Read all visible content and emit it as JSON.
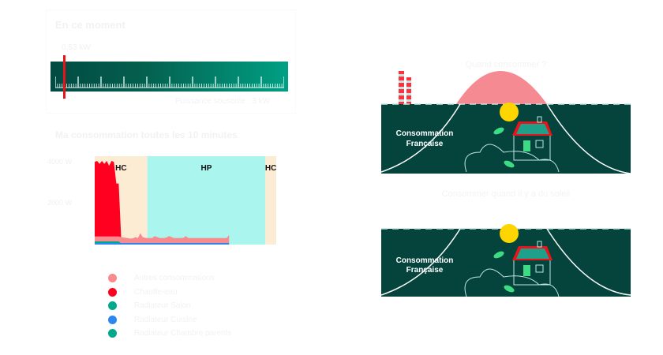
{
  "gauge": {
    "title": "En ce moment",
    "value": "0.53 kW",
    "caption": "Puissance souscrite : 3 kW",
    "marker_fraction": 0.05,
    "major_ticks": 10,
    "minor_per_major": 10,
    "colors": {
      "start": "#024a42",
      "end": "#00a084",
      "marker": "#e8141c"
    }
  },
  "chart_data": {
    "type": "area",
    "title": "Ma consommation toutes les 10 minutes",
    "ylabel": "",
    "xlabel": "",
    "y_ticks": [
      "4000 W",
      "2000 W"
    ],
    "ylim": [
      0,
      4500
    ],
    "periods": [
      {
        "label": "HC",
        "start": 0,
        "end": 0.29,
        "color": "#fdecd4"
      },
      {
        "label": "HP",
        "start": 0.29,
        "end": 0.94,
        "color": "#aaf5ee"
      },
      {
        "label": "HC",
        "start": 0.94,
        "end": 1.0,
        "color": "#fdecd4"
      }
    ],
    "series": [
      {
        "name": "Autres consommations",
        "color": "#f98a8d",
        "values": [
          250,
          250,
          250,
          250,
          250,
          250,
          250,
          250,
          250,
          250,
          250,
          300,
          280,
          260,
          240,
          220,
          240,
          300,
          250,
          500,
          300,
          260,
          250,
          250,
          250,
          350,
          300,
          250,
          250,
          250,
          280,
          350,
          300,
          250,
          250,
          250,
          250,
          260,
          350,
          250,
          250,
          250,
          250,
          250,
          250,
          250,
          250,
          250,
          250,
          250,
          250,
          250,
          250,
          250,
          250,
          250,
          400
        ]
      },
      {
        "name": "Chauffe-eau",
        "color": "#ff0020",
        "values": [
          3800,
          3850,
          3700,
          3850,
          3700,
          3850,
          3600,
          3850,
          3800,
          2700,
          2700,
          0,
          0,
          0,
          0,
          0,
          0,
          0,
          0,
          0,
          0,
          0,
          0,
          0,
          0,
          0,
          0,
          0,
          0,
          0,
          0,
          0,
          0,
          0,
          0,
          0,
          0,
          0,
          0,
          0,
          0,
          0,
          0,
          0,
          0,
          0,
          0,
          0,
          0,
          0,
          0,
          0,
          0,
          0,
          0,
          0,
          0
        ]
      },
      {
        "name": "Radiateur Salon",
        "color": "#00a88c",
        "values": [
          80,
          80,
          80,
          80,
          80,
          80,
          80,
          80,
          80,
          80,
          80,
          0,
          0,
          0,
          0,
          0,
          0,
          0,
          0,
          0,
          0,
          0,
          0,
          0,
          0,
          0,
          0,
          0,
          0,
          0,
          0,
          0,
          0,
          0,
          0,
          0,
          0,
          0,
          0,
          0,
          0,
          0,
          0,
          0,
          0,
          0,
          0,
          0,
          0,
          0,
          0,
          0,
          0,
          0,
          0,
          0,
          0
        ]
      },
      {
        "name": "Radiateur Cuisine",
        "color": "#2e86f0",
        "values": [
          80,
          80,
          80,
          80,
          80,
          80,
          80,
          80,
          80,
          80,
          80,
          80,
          80,
          80,
          80,
          80,
          80,
          80,
          80,
          80,
          80,
          80,
          80,
          80,
          80,
          80,
          80,
          80,
          80,
          80,
          80,
          80,
          80,
          80,
          80,
          80,
          80,
          80,
          80,
          80,
          80,
          80,
          80,
          80,
          80,
          80,
          80,
          80,
          80,
          80,
          80,
          80,
          80,
          80,
          80,
          80,
          80
        ]
      },
      {
        "name": "Radiateur Chambre parents",
        "color": "#00a88c",
        "values": []
      }
    ],
    "legend": "bottom"
  },
  "panels": [
    {
      "title": "Quand consommer ?",
      "curve_label_1": "Consommation",
      "curve_label_2": "Française",
      "has_peak": true,
      "has_chimneys": true
    },
    {
      "title": "Consommer quand il y a du soleil",
      "curve_label_1": "Consommation",
      "curve_label_2": "Française",
      "has_peak": false,
      "has_chimneys": false
    }
  ],
  "colors": {
    "dark_green": "#04443c",
    "sun": "#ffd500",
    "peak": "#f58a92",
    "roof": "#e8141c",
    "solar": "#1fa08a",
    "leaf": "#3ddc84"
  }
}
